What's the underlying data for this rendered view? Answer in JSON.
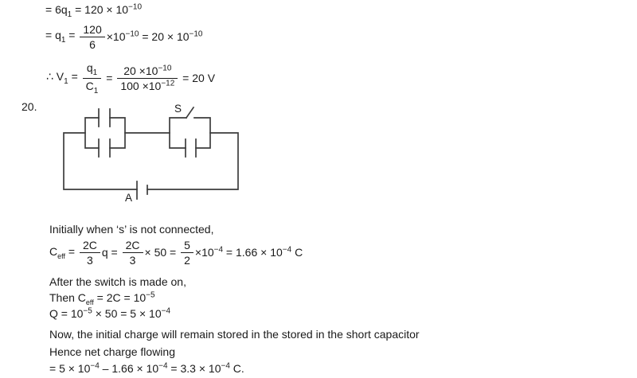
{
  "colors": {
    "background": "#ffffff",
    "text": "#1a1a1a",
    "wire": "#3d3d3d"
  },
  "equations_top": {
    "line1": {
      "t1": "= 6q",
      "sub1": "1",
      "t2": " = 120 × 10",
      "sup1": "−10"
    },
    "line2": {
      "t1": "= q",
      "sub1": "1",
      "t2": " = ",
      "f1": {
        "num": "120",
        "den": "6"
      },
      "t3": "×10",
      "sup1": "−10",
      "t4": " = 20 × 10",
      "sup2": "−10"
    },
    "line3": {
      "t1": "∴ V",
      "sub1": "1",
      "t2": " = ",
      "f1": {
        "num_t": "q",
        "num_sub": "1",
        "den_t": "C",
        "den_sub": "1"
      },
      "t3": " = ",
      "f2": {
        "num_t": "20 ×10",
        "num_sup": "−10",
        "den_t": "100 ×10",
        "den_sup": "−12"
      },
      "t4": " = 20 V"
    }
  },
  "problem_number": "20.",
  "circuit": {
    "switch_label": "S",
    "battery_label": "A"
  },
  "solution": {
    "p1": "Initially when ‘s’ is not connected,",
    "ceff": {
      "t1": "C",
      "sub1": "eff",
      "t2": " = ",
      "f1": {
        "num": "2C",
        "den": "3"
      },
      "t3": "q = ",
      "f2": {
        "num": "2C",
        "den": "3"
      },
      "t4": "× 50 = ",
      "f3": {
        "num": "5",
        "den": "2"
      },
      "t5": "×10",
      "sup1": "−4",
      "t6": " = 1.66 × 10",
      "sup2": "−4",
      "t7": " C"
    },
    "p2": "After the switch is made on,",
    "p3": {
      "t1": "Then C",
      "sub1": "eff",
      "t2": " = 2C = 10",
      "sup1": "−5"
    },
    "p4": {
      "t1": "Q = 10",
      "sup1": "−5",
      "t2": " × 50 = 5 × 10",
      "sup2": "−4"
    },
    "p5": "Now, the initial charge will remain stored in the stored in the short capacitor",
    "p6": "Hence net charge flowing",
    "p7": {
      "t1": "= 5 × 10",
      "sup1": "−4",
      "t2": " – 1.66 × 10",
      "sup2": "−4",
      "t3": " = 3.3 × 10",
      "sup3": "−4",
      "t4": " C."
    }
  }
}
